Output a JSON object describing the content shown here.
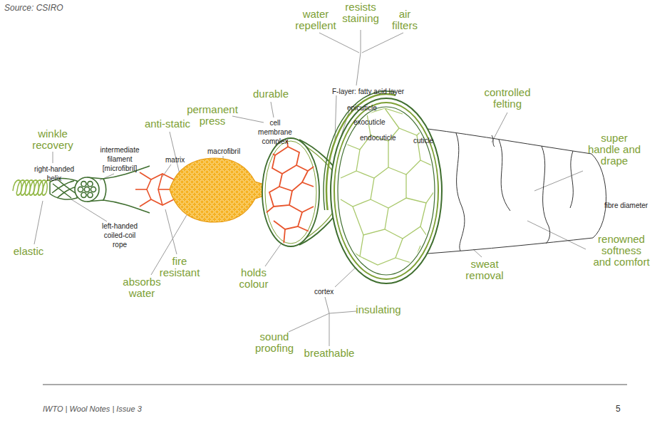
{
  "diagram": {
    "labels": [
      "Source: CSIRO",
      "resists staining",
      "water repellent",
      "air filters",
      "F-layer: fatty acid layer",
      "epicuticle",
      "exocuticle",
      "endocuticle",
      "durable",
      "permanent press",
      "cell membrane complex",
      "anti-static",
      "controlled felting",
      "cuticle",
      "winkle recovery",
      "intermediate filament [microfibril]",
      "matrix",
      "macrofibril",
      "right-handed helix",
      "super handle and drape",
      "fibre diameter",
      "left-handed coiled-coil rope",
      "elastic",
      "fire resistant",
      "renowned softness and comfort",
      "absorbs water",
      "holds colour",
      "cortex",
      "sweat removal",
      "insulating",
      "sound proofing",
      "breathable",
      "IWTO | Wool Notes | Issue 3",
      "5"
    ]
  }
}
